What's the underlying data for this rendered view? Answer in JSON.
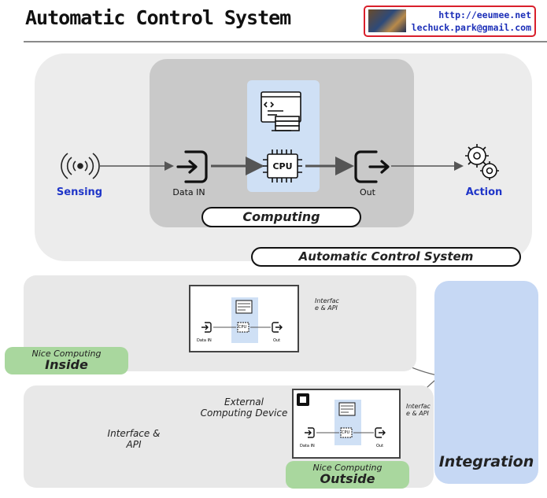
{
  "header": {
    "title": "Automatic Control System",
    "url": "http://eeumee.net",
    "email": "lechuck.park@gmail.com"
  },
  "top_diagram": {
    "sensing_label": "Sensing",
    "data_in_label": "Data IN",
    "cpu_label": "CPU",
    "out_label": "Out",
    "action_label": "Action",
    "computing_label": "Computing",
    "system_label": "Automatic Control System"
  },
  "bottom_inside": {
    "interface_label_1": "Interfac",
    "interface_label_2": "e & API",
    "nice_line1": "Nice Computing",
    "nice_line2": "Inside",
    "mini_data_in": "Data IN",
    "mini_cpu": "CPU",
    "mini_out": "Out"
  },
  "bottom_outside": {
    "external_line1": "External",
    "external_line2": "Computing Device",
    "interface_line1": "Interface &",
    "interface_line2": "API",
    "side_interface_1": "Interfac",
    "side_interface_2": "e & API",
    "nice_line1": "Nice Computing",
    "nice_line2": "Outside",
    "mini_data_in": "Data IN",
    "mini_cpu": "CPU",
    "mini_out": "Out"
  },
  "integration": {
    "label": "Integration"
  },
  "colors": {
    "accent_blue": "#1f35c8",
    "badge_red": "#d91f2b",
    "cpu_panel": "#cfe0f5",
    "integration_panel": "#c6d8f4",
    "green_tag": "#a9d79e"
  }
}
